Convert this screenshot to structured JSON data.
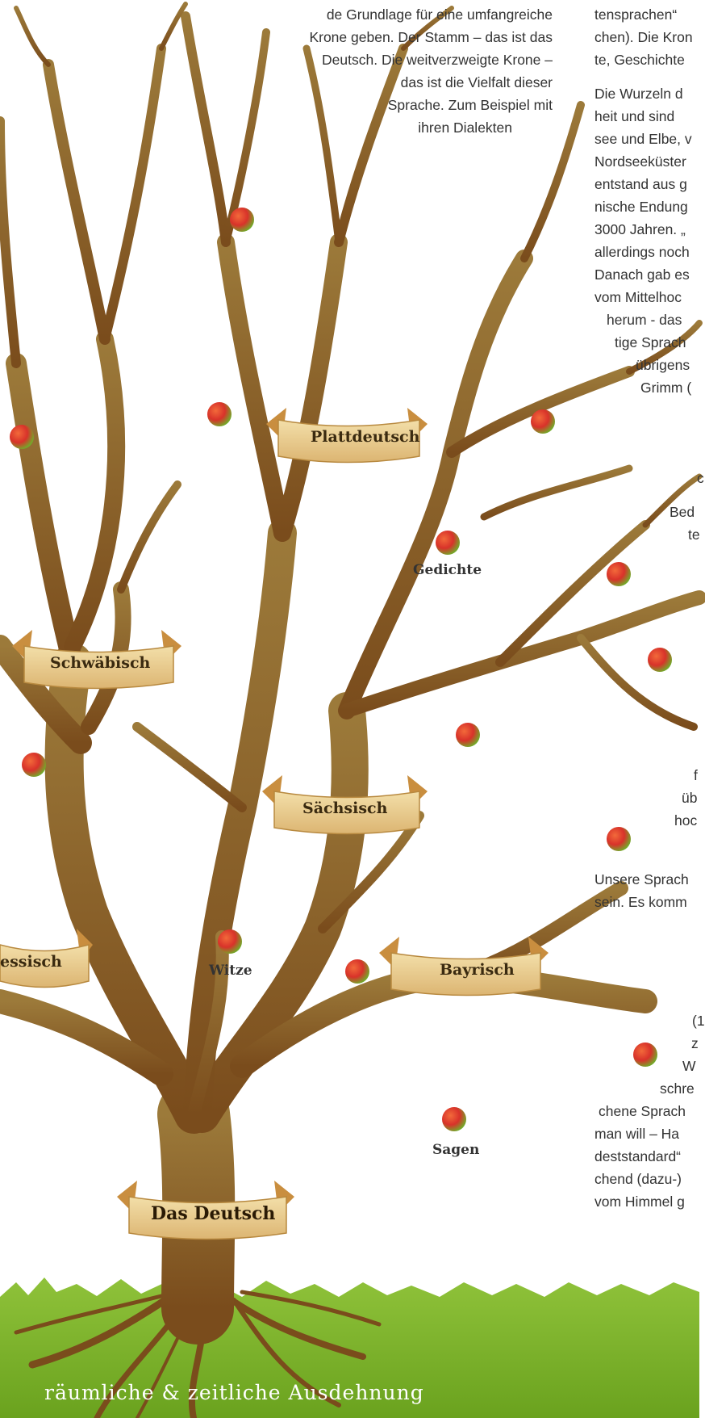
{
  "intro_text": [
    "de Grundlage für eine umfangreiche",
    "Krone geben. Der Stamm – das ist das",
    "Deutsch. Die weitverzweigte Krone –",
    "das ist die Vielfalt dieser",
    "Sprache. Zum Beispiel mit",
    "ihren Dialekten"
  ],
  "right_column": [
    "tensprachen“",
    "chen). Die Kron",
    "te, Geschichte",
    "",
    "Die Wurzeln d",
    "heit und sind",
    "see und Elbe, v",
    "Nordseeküster",
    "entstand aus g",
    "nische Endung",
    "3000 Jahren. „",
    "allerdings noch",
    "Danach gab es",
    "vom Mittelhoc",
    "herum - das",
    "tige Sprach",
    "übrigens",
    "Grimm ("
  ],
  "right_fragments": [
    "c",
    "Bed",
    "te",
    "f",
    "üb",
    "hoc"
  ],
  "right_bottom_a": [
    "Unsere Sprach",
    "sein. Es komm"
  ],
  "right_bottom_b": [
    "(1",
    "z",
    "W",
    "schre",
    "chene Sprach",
    "man will – Ha",
    "deststandard“",
    "chend (dazu-)",
    "vom Himmel g"
  ],
  "banners": {
    "plattdeutsch": "Plattdeutsch",
    "schwaebisch": "Schwäbisch",
    "saechsisch": "Sächsisch",
    "hessisch": "essisch",
    "bayrisch": "Bayrisch",
    "das_deutsch": "Das Deutsch"
  },
  "apple_labels": {
    "gedichte": "Gedichte",
    "witze": "Witze",
    "sagen": "Sagen"
  },
  "footer": "räumliche & zeitliche Ausdehnung",
  "colors": {
    "tree": "#8a5e22",
    "grass": "#7fb62a",
    "banner": "#e9c98a",
    "apple": "#d9422b",
    "text": "#333333"
  }
}
